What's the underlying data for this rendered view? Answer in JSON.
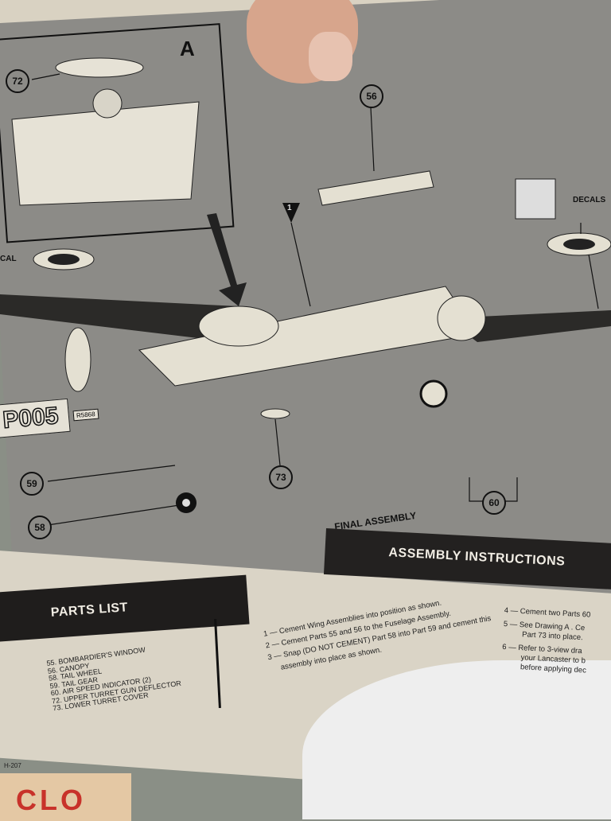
{
  "diagram": {
    "drawing_label": "A",
    "step_marker": "1",
    "decal_label": "DECALS",
    "decal_label_left": "CAL",
    "decal_code": "P005",
    "serial": "R5868",
    "section_title": "FINAL ASSEMBLY",
    "callouts": [
      "72",
      "56",
      "59",
      "58",
      "73",
      "60"
    ]
  },
  "assembly": {
    "title": "ASSEMBLY INSTRUCTIONS",
    "steps": [
      "1 — Cement Wing Assemblies into position as shown.",
      "2 — Cement Parts 55 and 56 to the Fuselage Assembly.",
      "3 — Snap (DO NOT CEMENT) Part 58 into Part 59 and cement this",
      "assembly into place as shown.",
      "4 — Cement two Parts 60",
      "5 — See Drawing A . Ce",
      "Part 73 into place.",
      "6 — Refer to 3-view dra",
      "your Lancaster to b",
      "before applying dec"
    ]
  },
  "parts_list": {
    "title": "PARTS LIST",
    "items": [
      "55. BOMBARDIER'S WINDOW",
      "56. CANOPY",
      "58. TAIL WHEEL",
      "59. TAIL GEAR",
      "60. AIR SPEED INDICATOR (2)",
      "72. UPPER TURRET GUN DEFLECTOR",
      "73. LOWER TURRET COVER"
    ],
    "sheet_code": "H-207"
  },
  "card_text": "CLO"
}
